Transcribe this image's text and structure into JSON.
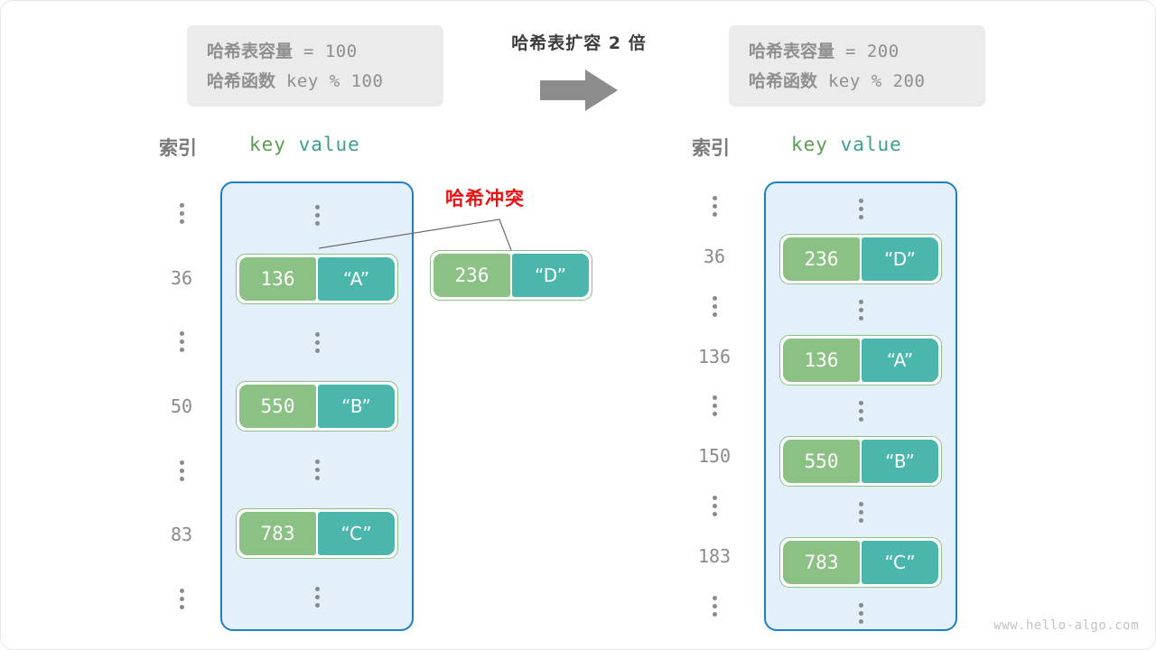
{
  "title": "哈希表扩容 2 倍",
  "colors": {
    "key_fill": "#8cc185",
    "value_fill": "#4bb7ac",
    "bucket_fill": "#e3f0fa",
    "bucket_border": "#1e7fc2",
    "spec_box_fill": "#ebebeb",
    "collision_red": "#ee1111",
    "arrow_gray": "#8c8c8c",
    "index_gray": "#8a8a8a"
  },
  "spec_left": {
    "capacity_label": "哈希表容量",
    "capacity_expr": " = 100",
    "function_label": "哈希函数",
    "function_expr": " key % 100"
  },
  "spec_right": {
    "capacity_label": "哈希表容量",
    "capacity_expr": " = 200",
    "function_label": "哈希函数",
    "function_expr": " key % 200"
  },
  "arrow": {
    "icon": "right-arrow-icon"
  },
  "left_table": {
    "index_header": "索引",
    "key_header": "key",
    "value_header": "value",
    "rows": [
      {
        "index": "⋮",
        "type": "ellipsis"
      },
      {
        "index": "36",
        "type": "pair",
        "key": "136",
        "value": "“A”"
      },
      {
        "index": "⋮",
        "type": "ellipsis"
      },
      {
        "index": "50",
        "type": "pair",
        "key": "550",
        "value": "“B”"
      },
      {
        "index": "⋮",
        "type": "ellipsis"
      },
      {
        "index": "83",
        "type": "pair",
        "key": "783",
        "value": "“C”"
      },
      {
        "index": "⋮",
        "type": "ellipsis"
      }
    ]
  },
  "right_table": {
    "index_header": "索引",
    "key_header": "key",
    "value_header": "value",
    "rows": [
      {
        "index": "⋮",
        "type": "ellipsis"
      },
      {
        "index": "36",
        "type": "pair",
        "key": "236",
        "value": "“D”"
      },
      {
        "index": "⋮",
        "type": "ellipsis"
      },
      {
        "index": "136",
        "type": "pair",
        "key": "136",
        "value": "“A”"
      },
      {
        "index": "⋮",
        "type": "ellipsis"
      },
      {
        "index": "150",
        "type": "pair",
        "key": "550",
        "value": "“B”"
      },
      {
        "index": "⋮",
        "type": "ellipsis"
      },
      {
        "index": "183",
        "type": "pair",
        "key": "783",
        "value": "“C”"
      },
      {
        "index": "⋮",
        "type": "ellipsis"
      }
    ]
  },
  "collision": {
    "label": "哈希冲突",
    "pair": {
      "key": "236",
      "value": "“D”"
    }
  },
  "watermark": "www.hello-algo.com"
}
